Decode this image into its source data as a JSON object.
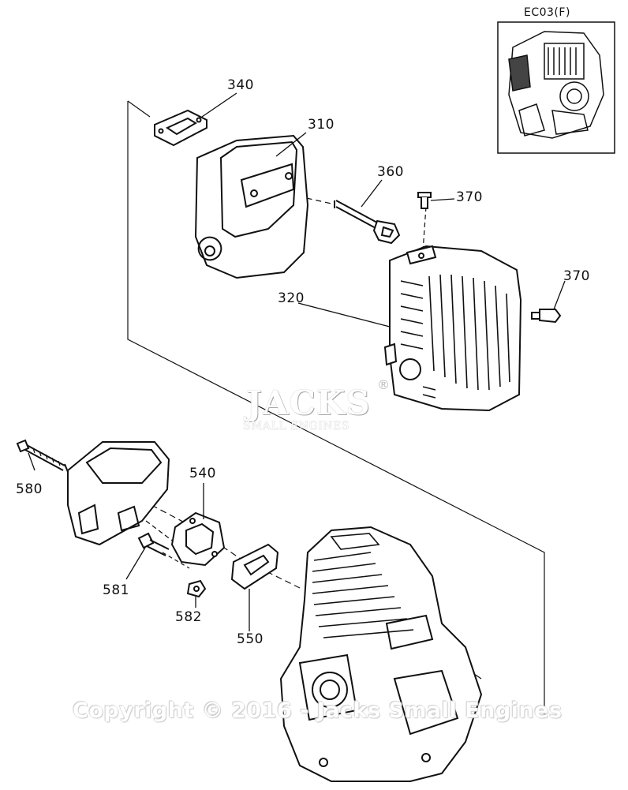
{
  "model": {
    "label": "EC03(F)"
  },
  "callouts": {
    "p340": "340",
    "p310": "310",
    "p360": "360",
    "p370a": "370",
    "p370b": "370",
    "p320": "320",
    "p580": "580",
    "p540": "540",
    "p581": "581",
    "p582": "582",
    "p550": "550"
  },
  "watermark": {
    "logo_name": "JACKS",
    "logo_sub": "SMALL ENGINES",
    "registered": "®",
    "copyright": "Copyright © 2016 - Jacks Small Engines"
  }
}
